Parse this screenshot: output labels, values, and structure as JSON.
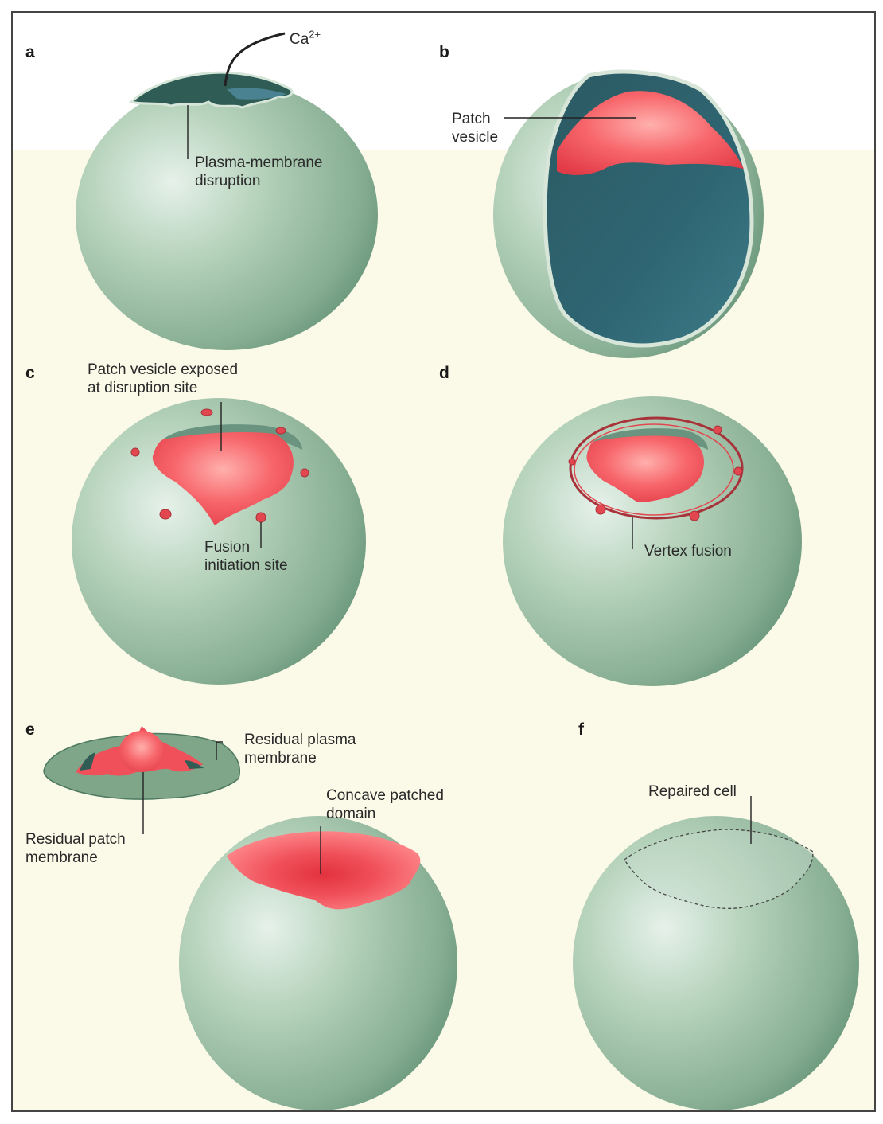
{
  "panels": {
    "a": {
      "letter": "a",
      "ion_base": "Ca",
      "ion_charge": "2+",
      "disruption_line1": "Plasma-membrane",
      "disruption_line2": "disruption"
    },
    "b": {
      "letter": "b",
      "patch_line1": "Patch",
      "patch_line2": "vesicle"
    },
    "c": {
      "letter": "c",
      "exposed_line1": "Patch vesicle exposed",
      "exposed_line2": "at disruption site",
      "fusion_line1": "Fusion",
      "fusion_line2": "initiation site"
    },
    "d": {
      "letter": "d",
      "vertex": "Vertex fusion"
    },
    "e": {
      "letter": "e",
      "residual_plasma_line1": "Residual plasma",
      "residual_plasma_line2": "membrane",
      "concave_line1": "Concave patched",
      "concave_line2": "domain",
      "residual_patch_line1": "Residual patch",
      "residual_patch_line2": "membrane"
    },
    "f": {
      "letter": "f",
      "repaired": "Repaired cell"
    }
  },
  "colors": {
    "cell": "#a9c8ad",
    "cell_dark": "#5f8f73",
    "interior": "#2f6673",
    "patch": "#f0505a",
    "patch_light": "#ff8c8e",
    "background_band": "#fbf9e8",
    "frame": "#444444"
  }
}
